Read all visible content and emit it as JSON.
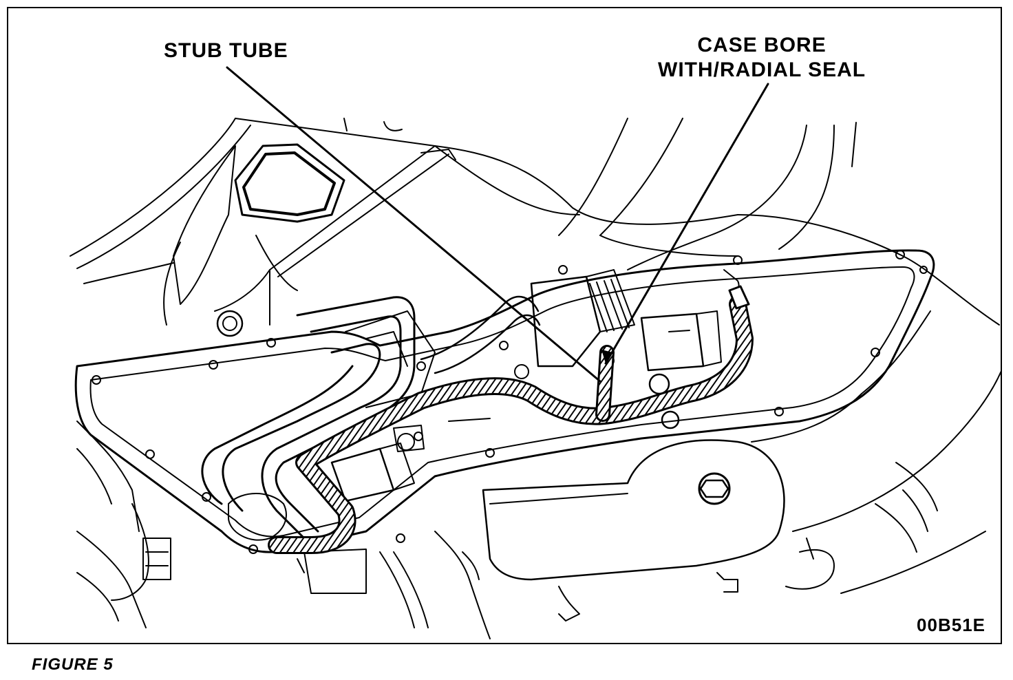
{
  "diagram": {
    "callouts": {
      "stub_tube": "STUB TUBE",
      "case_bore_line1": "CASE BORE",
      "case_bore_line2": "WITH/RADIAL SEAL"
    },
    "figure_id": "00B51E",
    "caption": "FIGURE 5"
  },
  "colors": {
    "ink": "#000000",
    "paper": "#ffffff"
  }
}
